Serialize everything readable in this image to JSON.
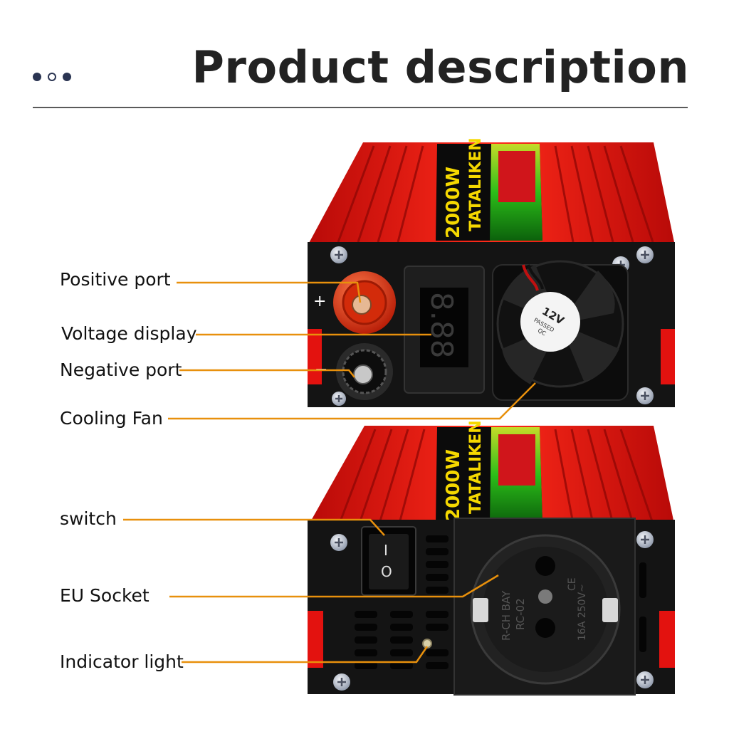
{
  "header": {
    "title": "Product description"
  },
  "labels": {
    "positive_port": "Positive port",
    "voltage_display": "Voltage display",
    "negative_port": "Negative port",
    "cooling_fan": "Cooling Fan",
    "switch": "switch",
    "eu_socket": "EU Socket",
    "indicator_light": "Indicator light"
  },
  "product": {
    "brand": "TATALIKEN",
    "power": "2000W",
    "display_digits": "8.88",
    "fan_voltage": "12V",
    "fan_passed": "PASSED",
    "fan_qc": "QC",
    "plus_sign": "+",
    "minus_sign": "−",
    "switch_on": "I",
    "switch_off": "O",
    "socket_text_1": "R-CH BAY",
    "socket_text_2": "RC-02",
    "socket_rating": "16A 250V~",
    "ce_mark": "CE"
  },
  "colors": {
    "accent_line": "#e8900c",
    "body_red": "#e3120f",
    "panel_black": "#141414"
  }
}
